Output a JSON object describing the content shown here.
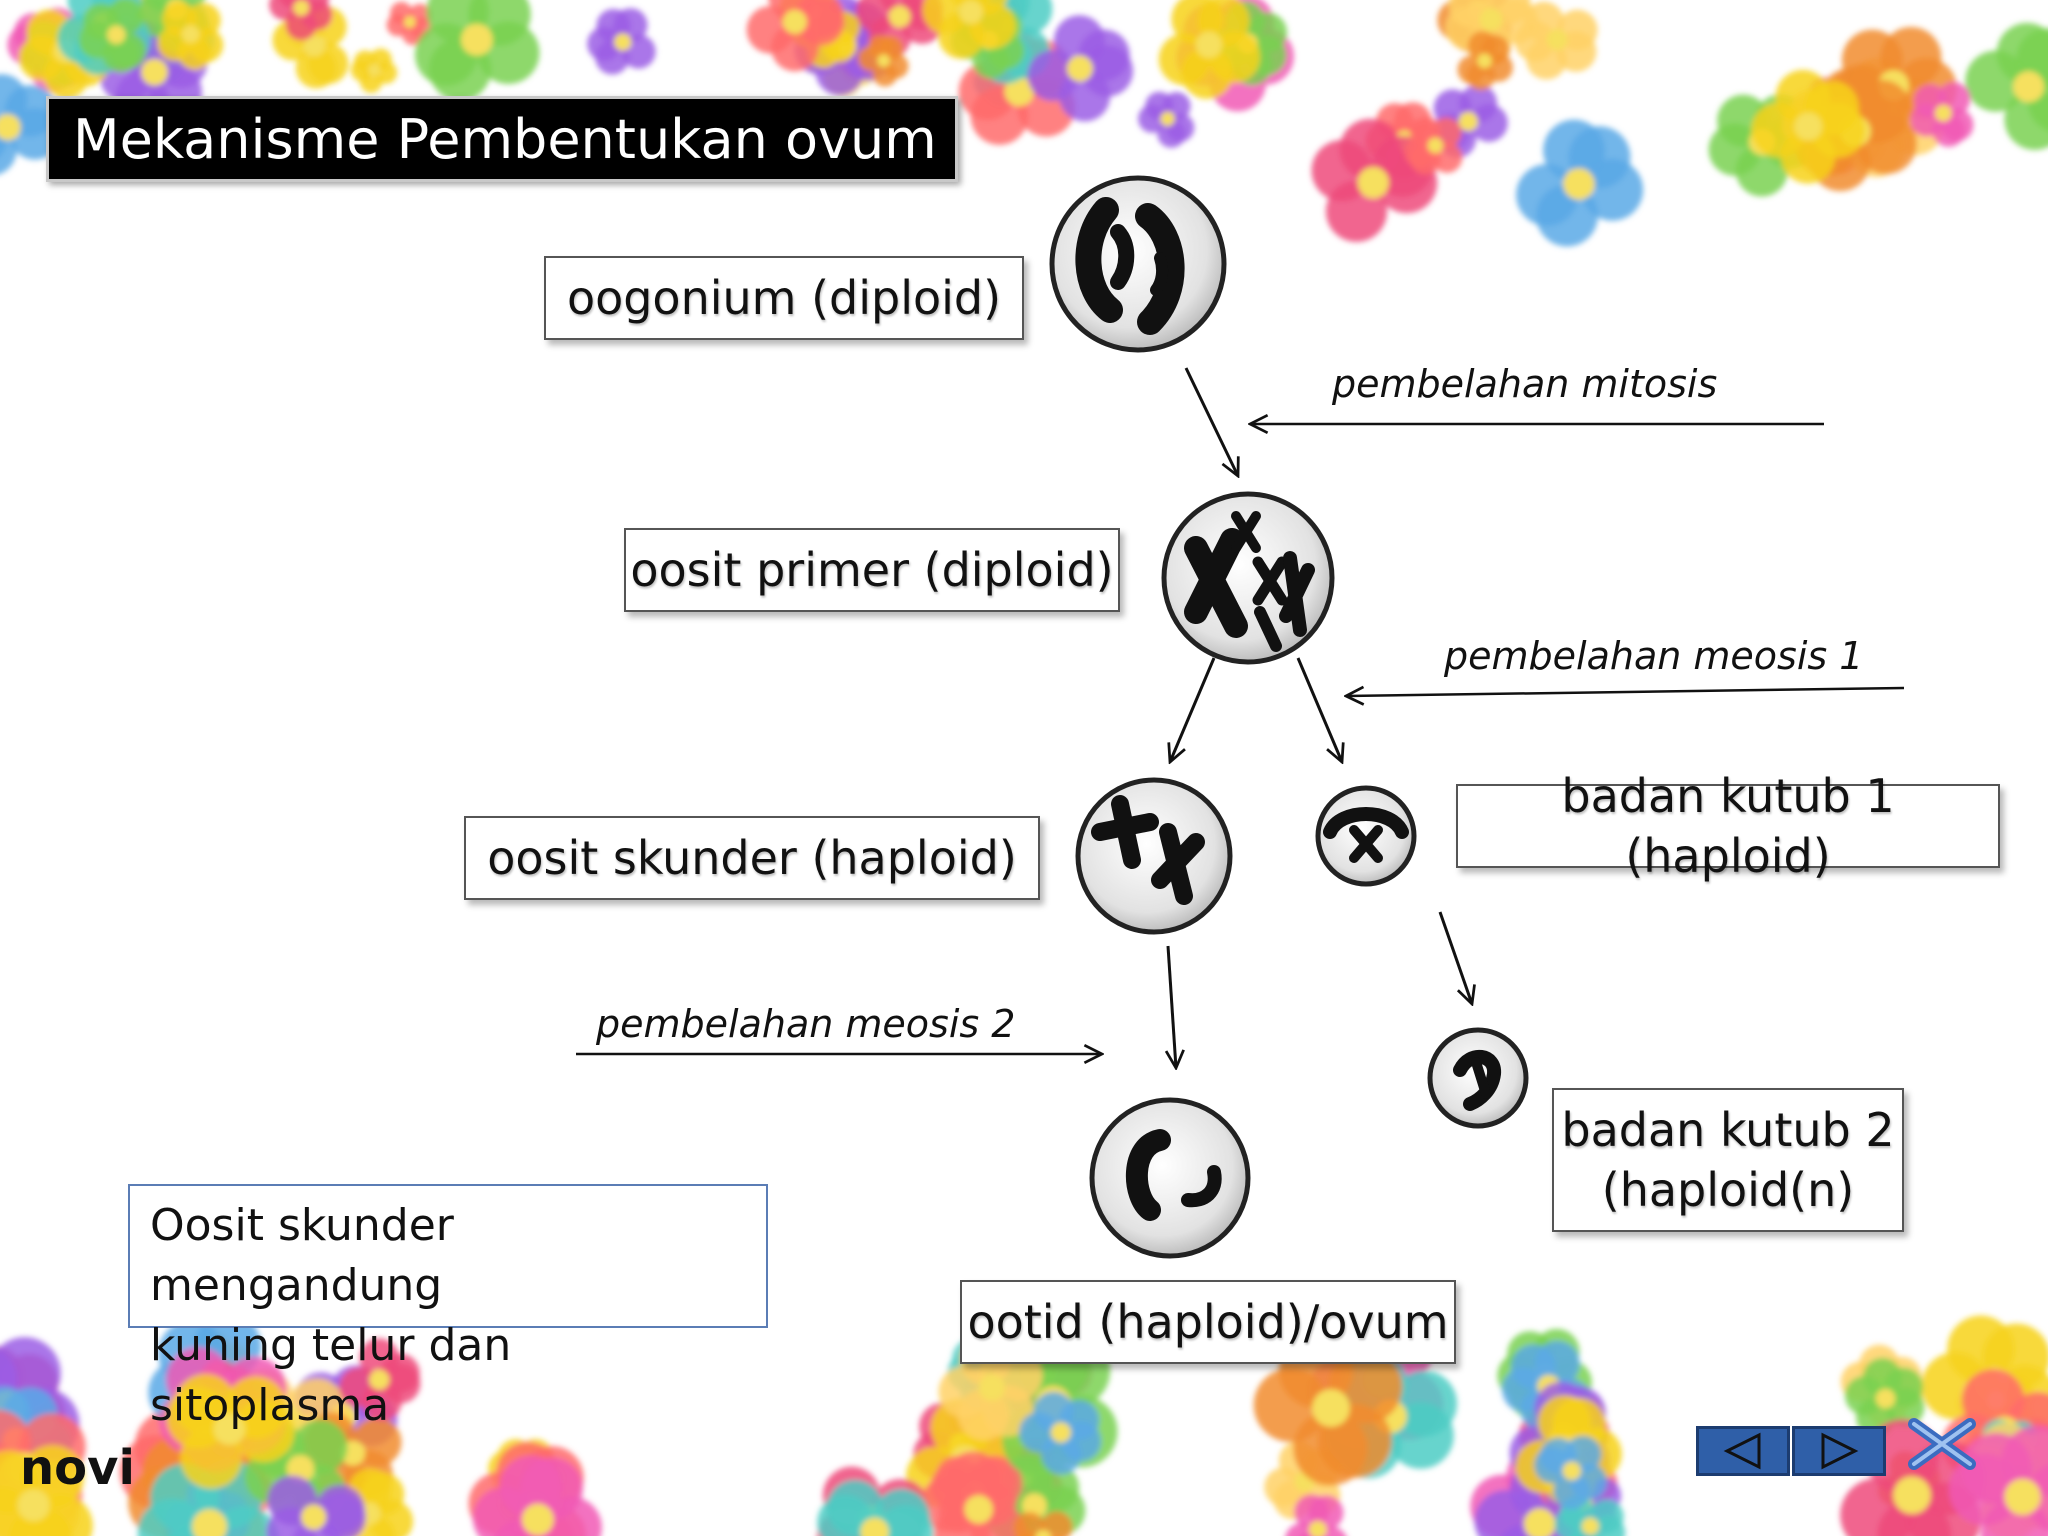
{
  "title": "Mekanisme Pembentukan ovum",
  "cells": {
    "oogonium": "oogonium (diploid)",
    "oosit_primer": "oosit primer (diploid)",
    "oosit_skunder": "oosit skunder (haploid)",
    "badan_kutub_1": "badan kutub 1 (haploid)",
    "badan_kutub_2_line1": "badan kutub 2",
    "badan_kutub_2_line2": "(haploid(n)",
    "ootid": "ootid (haploid)/ovum"
  },
  "processes": {
    "mitosis": "pembelahan mitosis",
    "meosis1": "pembelahan meosis 1",
    "meosis2": "pembelahan meosis 2"
  },
  "note": {
    "line1": "Oosit skunder mengandung",
    "line2": "kuning telur dan sitoplasma"
  },
  "author": "novi",
  "colors": {
    "nav_button": "#2f5fa8",
    "close_icon": "#3b6cc0"
  }
}
